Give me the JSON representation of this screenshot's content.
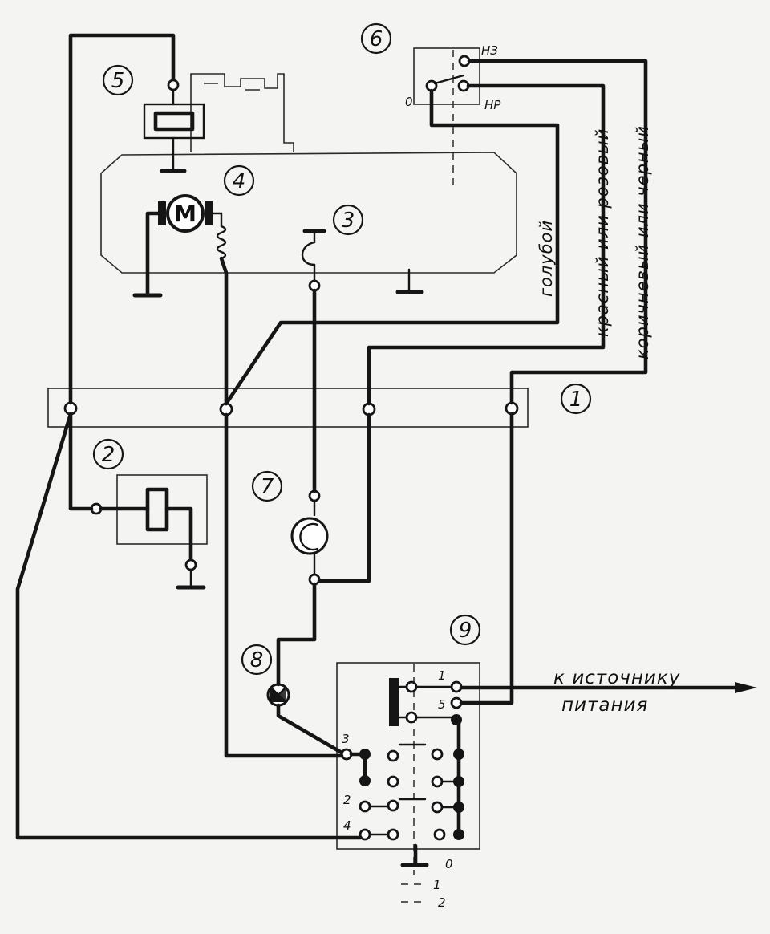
{
  "callouts": {
    "c1": "1",
    "c2": "2",
    "c3": "3",
    "c4": "4",
    "c5": "5",
    "c6": "6",
    "c7": "7",
    "c8": "8",
    "c9": "9"
  },
  "switch6": {
    "nz": "НЗ",
    "nr": "НР",
    "zero": "0"
  },
  "motor": {
    "letter": "M"
  },
  "wire_labels": {
    "blue": "голубой",
    "red_pink": "красный или розовый",
    "brown_black": "коричневый или черный"
  },
  "switch9": {
    "t1": "1",
    "t5": "5",
    "t3": "3",
    "t2": "2",
    "t4": "4"
  },
  "positions": {
    "p0": "0",
    "p1": "1",
    "p2": "2"
  },
  "power_label": {
    "line1": "к источнику",
    "line2": "питания"
  }
}
